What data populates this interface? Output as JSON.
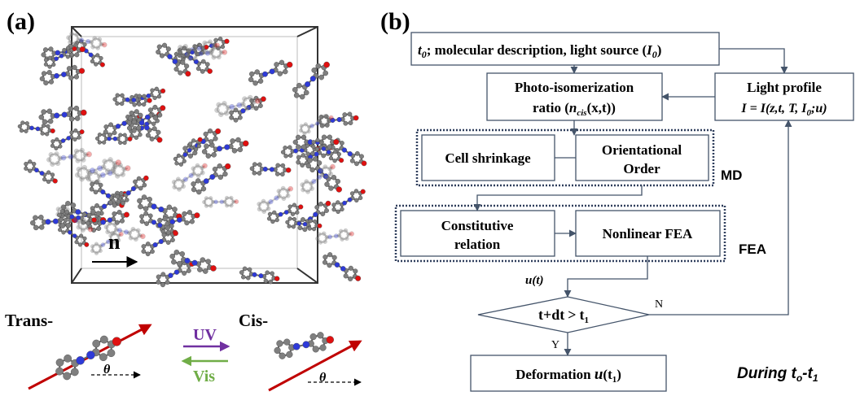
{
  "panel_a": {
    "label": "(a)",
    "director": "n",
    "trans_label": "Trans-",
    "cis_label": "Cis-",
    "uv_label": "UV",
    "vis_label": "Vis",
    "angle_symbol": "θ",
    "colors": {
      "uv": "#7030a0",
      "vis": "#70ad47",
      "axis": "#c00000",
      "carbon": "#7f7f7f",
      "nitrogen": "#2e3ad8",
      "oxygen": "#e01010"
    }
  },
  "panel_b": {
    "label": "(b)",
    "start": {
      "t0": "t",
      "t0_sub": "0",
      "text": "; molecular description, light source (",
      "I": "I",
      "I_sub": "0",
      "close": ")"
    },
    "photo": {
      "line1": "Photo-isomerization",
      "line2_a": "ratio (",
      "n": "n",
      "n_sub": "cis",
      "line2_b": "(x,t))"
    },
    "light": {
      "line1": "Light profile",
      "line2": "I = I(z,t, T, I",
      "line2_sub": "0",
      "line2_end": ";u)"
    },
    "md": {
      "cell": "Cell shrinkage",
      "orient1": "Orientational",
      "orient2": "Order",
      "tag": "MD"
    },
    "fea": {
      "const1": "Constitutive",
      "const2": "relation",
      "nonlinear": "Nonlinear FEA",
      "tag": "FEA"
    },
    "ut_label": "u(t)",
    "decision": {
      "a": "t",
      "b": "+",
      "c": "dt",
      "d": ">",
      "e": "t",
      "e_sub": "1"
    },
    "no": "N",
    "yes": "Y",
    "deform": {
      "text": "Deformation ",
      "u": "u",
      "arg": "(t",
      "arg_sub": "1",
      "close": ")"
    },
    "during": {
      "a": "During t",
      "a_sub": "o",
      "b": "-t",
      "b_sub": "1"
    },
    "colors": {
      "border": "#44546a",
      "dotted": "#2f3e5c"
    }
  }
}
